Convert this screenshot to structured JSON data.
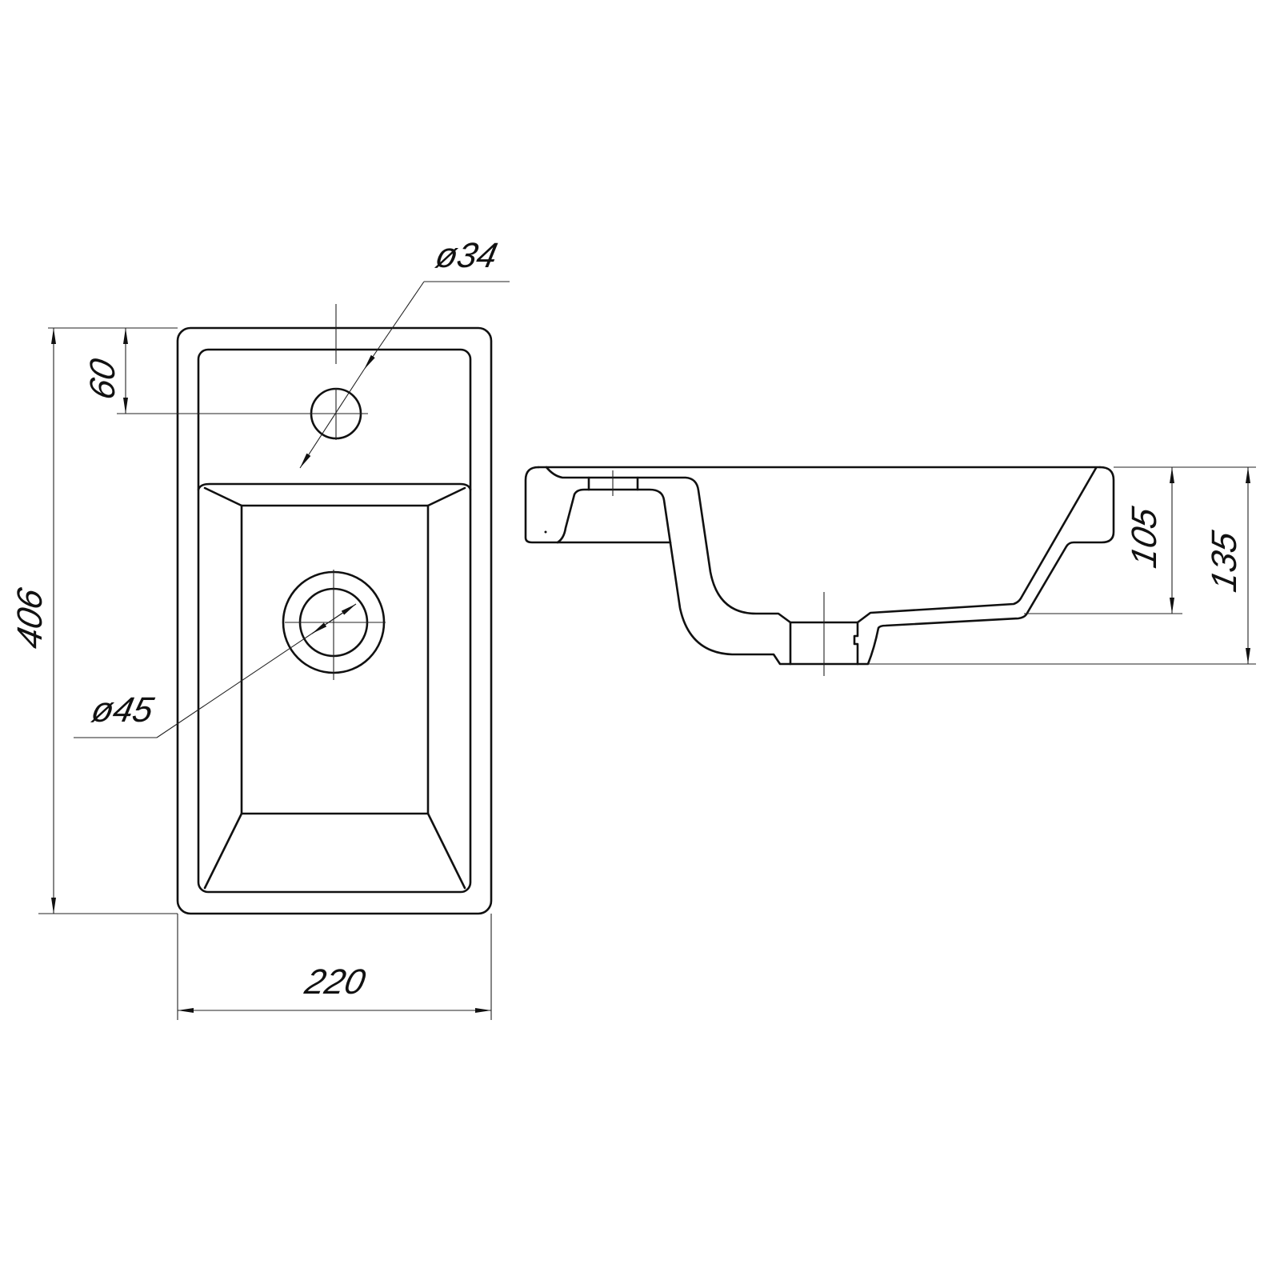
{
  "drawing": {
    "top_view": {
      "overall_length": "406",
      "overall_width": "220",
      "tap_hole_offset": "60",
      "tap_hole_diameter": "ø34",
      "drain_diameter": "ø45"
    },
    "side_view": {
      "bowl_depth": "105",
      "overall_height": "135"
    },
    "line_color": "#111111"
  }
}
